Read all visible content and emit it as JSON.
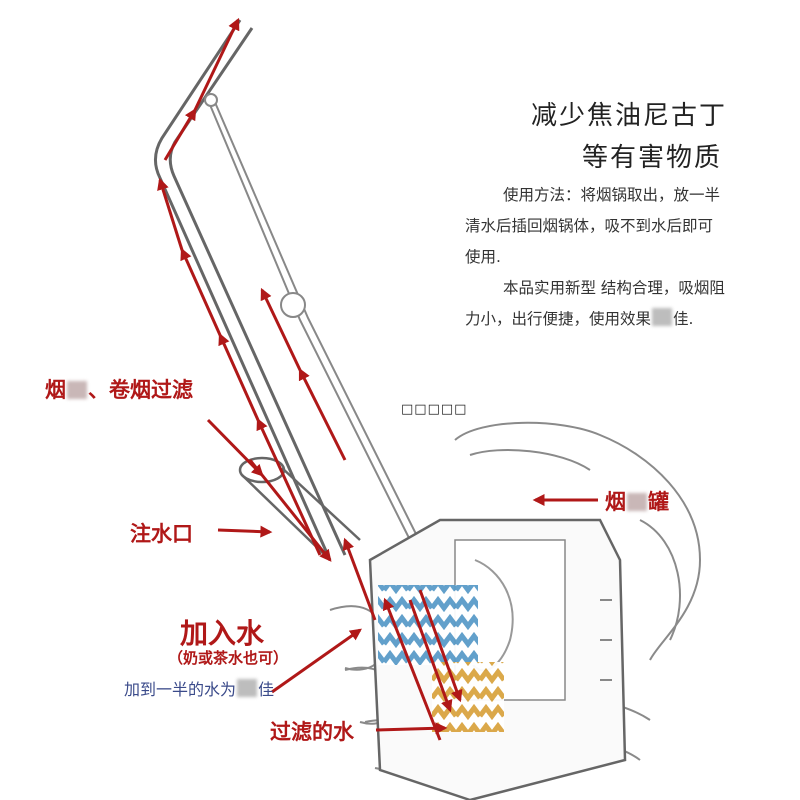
{
  "header": {
    "line1": "减少焦油尼古丁",
    "line2": "等有害物质"
  },
  "instructions": {
    "usage_text": "使用方法：将烟锅取出，放一半清水后插回烟锅体，吸不到水后即可使用.",
    "product_text_a": "本品实用新型  结构合理，吸烟阻力小，出行便捷，使用效果",
    "product_text_b": "佳."
  },
  "labels": {
    "filter_a": "烟",
    "filter_b": "、卷烟过滤",
    "inlet": "注水口",
    "jar_a": "烟",
    "jar_b": "罐",
    "add_water": "加入水",
    "add_water_sub": "（奶或茶水也可）",
    "half_a": "加到一半的水为",
    "half_b": "佳",
    "filtered": "过滤的水"
  },
  "watermark": "□□□□□",
  "colors": {
    "accent_red": "#b01818",
    "water_blue": "#5a9bc8",
    "water_amber": "#d9a441"
  }
}
